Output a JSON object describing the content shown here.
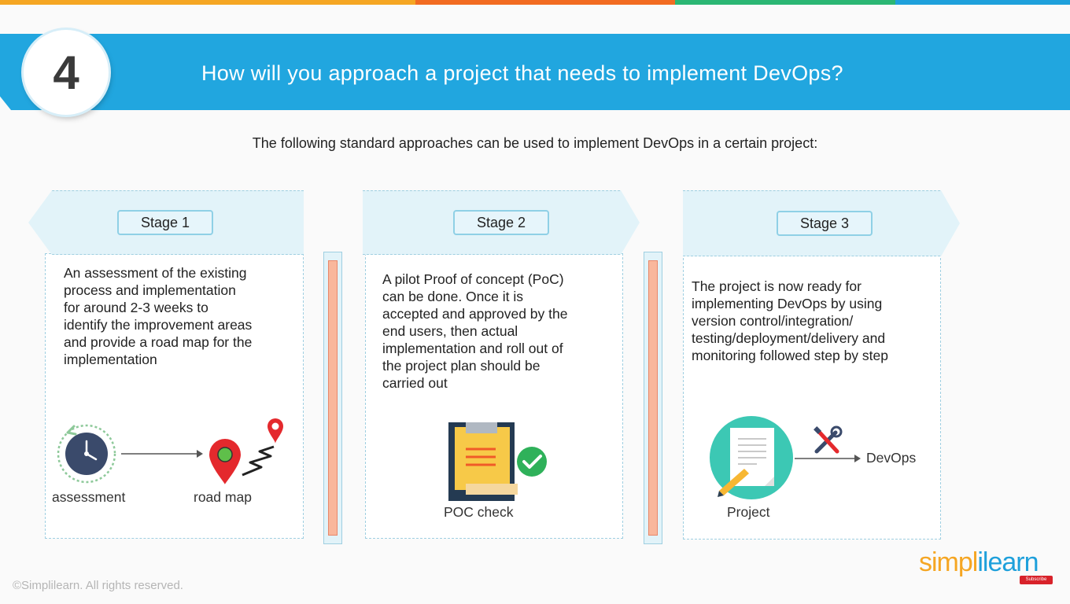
{
  "stripes": [
    "#f5a623",
    "#f26b21",
    "#2bb673",
    "#1ea0db"
  ],
  "header": {
    "question_number": "4",
    "title": "How will you approach a project that needs to implement DevOps?"
  },
  "subtitle": "The following standard approaches can be used to implement DevOps in a certain project:",
  "stages": [
    {
      "label": "Stage 1",
      "lines": [
        "An assessment of the existing",
        "process and implementation",
        "for around 2-3 weeks to",
        "identify the improvement areas",
        "and provide a road map for the",
        "implementation"
      ],
      "captions": [
        "assessment",
        "road map"
      ]
    },
    {
      "label": "Stage 2",
      "lines": [
        "A pilot Proof of concept (PoC)",
        "can be done. Once it is",
        "accepted and approved by the",
        "end users, then actual",
        "implementation and roll out of",
        "the project plan should be",
        "carried out"
      ],
      "captions": [
        "POC check"
      ]
    },
    {
      "label": "Stage 3",
      "lines": [
        "The project is now ready for",
        "implementing DevOps by using",
        "version control/integration/",
        "testing/deployment/delivery and",
        "monitoring followed step by step"
      ],
      "captions": [
        "Project",
        "DevOps"
      ]
    }
  ],
  "icons": {
    "assessment": "clock-icon",
    "road_map": "map-pin-icon",
    "poc": "clipboard-check-icon",
    "project": "document-pencil-icon",
    "devops": "tools-icon"
  },
  "colors": {
    "banner": "#21a6df",
    "card_header": "#e2f3f9",
    "divider_fill": "#f9b79c",
    "check_green": "#2fb15a",
    "pin_red": "#e4292d"
  },
  "footer": {
    "copyright": "©Simplilearn. All rights reserved.",
    "logo_part1": "simpl",
    "logo_part2": "ilearn",
    "subscribe": "Subscribe"
  }
}
